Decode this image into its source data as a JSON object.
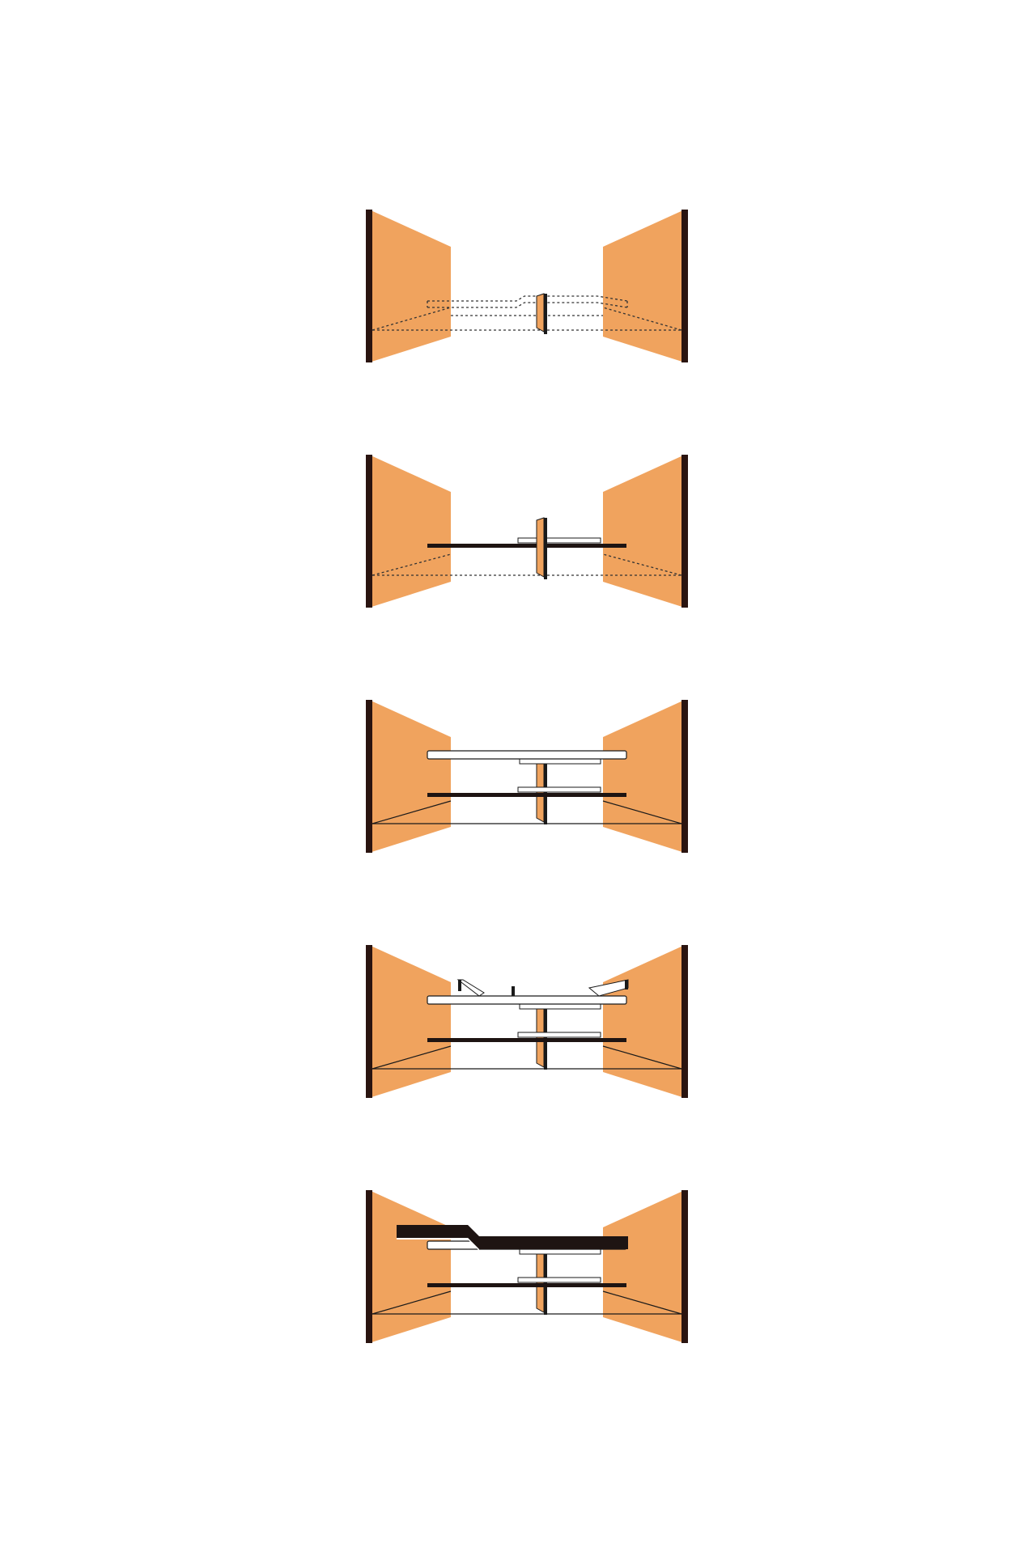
{
  "colors": {
    "background": "#ffffff",
    "wall_fill": "#f0a35e",
    "wall_edge": "#2a1410",
    "outline": "#1a1a1a",
    "slab_white": "#ffffff",
    "slab_dark": "#1e1412"
  },
  "diagram": {
    "type": "architectural-sequence",
    "steps": [
      {
        "step": 1,
        "elements": [
          "two-tapered-walls",
          "central-partition",
          "dashed-ground-outline",
          "dashed-floor-outline"
        ]
      },
      {
        "step": 2,
        "elements": [
          "two-tapered-walls",
          "central-partition",
          "lower-floor-slab",
          "dashed-ground-outline"
        ]
      },
      {
        "step": 3,
        "elements": [
          "two-tapered-walls",
          "central-partition",
          "lower-floor-slab",
          "upper-floor-slab",
          "ground-lines"
        ]
      },
      {
        "step": 4,
        "elements": [
          "two-tapered-walls",
          "central-partition",
          "lower-floor-slab",
          "upper-floor-slab",
          "roof-posts",
          "ground-lines"
        ]
      },
      {
        "step": 5,
        "elements": [
          "two-tapered-walls",
          "central-partition",
          "lower-floor-slab",
          "upper-floor-slab",
          "roof-slab",
          "ground-lines"
        ]
      }
    ]
  }
}
